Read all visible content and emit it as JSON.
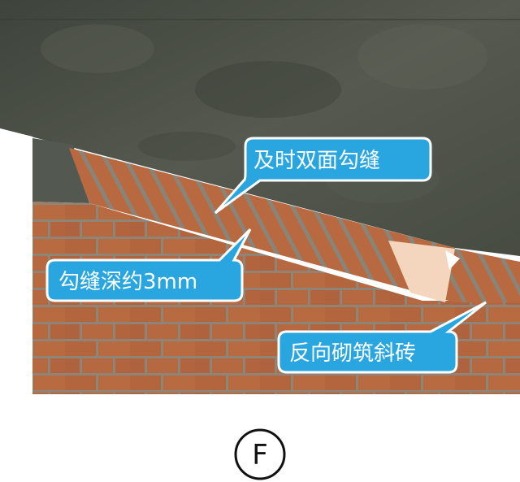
{
  "callouts": {
    "double_sided_pointing": "及时双面勾缝",
    "joint_depth": "勾缝深约3mm",
    "reverse_slanted_bricks": "反向砌筑斜砖"
  },
  "figure_label": "F",
  "colors": {
    "concrete": "#4c5249",
    "brick": "#b5683f",
    "mortar": "#8e8a80",
    "callout_fill": "#29a6e0",
    "callout_border": "#ffffff"
  }
}
